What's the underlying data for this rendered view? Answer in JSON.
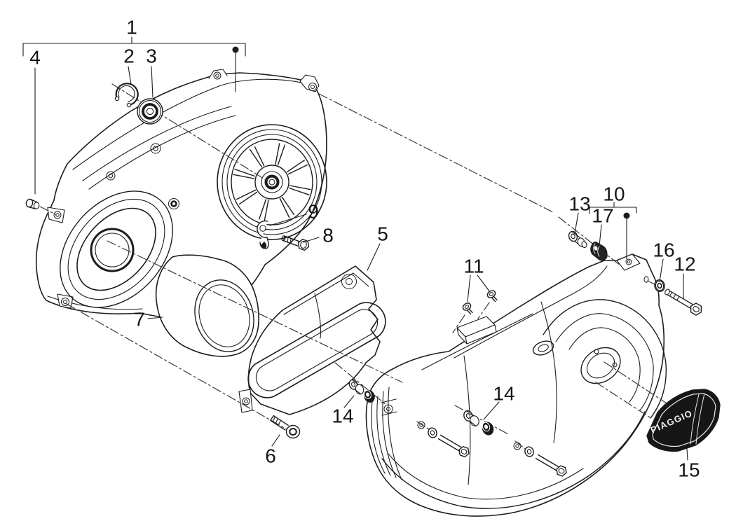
{
  "diagram": {
    "kind": "exploded-parts-technical-drawing",
    "labels": {
      "n1": "1",
      "n2": "2",
      "n3": "3",
      "n4": "4",
      "n5": "5",
      "n6": "6",
      "n7": "7",
      "n8": "8",
      "n9": "9",
      "n10": "10",
      "n11": "11",
      "n12": "12",
      "n13": "13",
      "n14a": "14",
      "n14b": "14",
      "n15": "15",
      "n16": "16",
      "n17": "17"
    },
    "badge": {
      "text": "PIAGGIO"
    },
    "colors": {
      "line": "#1c1c1c",
      "centerline": "#3a3a3a",
      "leader": "#1c1c1c",
      "badge_fill": "#161616",
      "badge_text": "#f2f2f2",
      "background": "#ffffff"
    }
  }
}
